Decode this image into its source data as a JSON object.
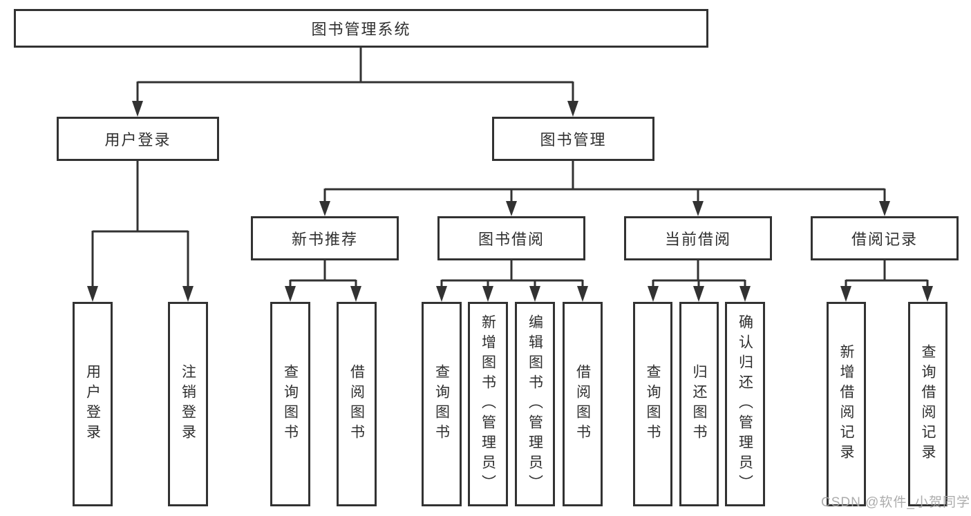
{
  "page": {
    "background": "#ffffff"
  },
  "watermark": {
    "text": "CSDN @软件_小贺同学",
    "color": "#a6a6a6"
  },
  "diagram": {
    "type": "tree",
    "title": "图书管理系统",
    "line_color": "#323232",
    "box_border_color": "#323232",
    "box_fill": "#ffffff",
    "text_color": "#2f2f2f",
    "root": {
      "label": "图书管理系统"
    },
    "branches": [
      {
        "label": "用户登录",
        "leaves": [
          "用户登录",
          "注销登录"
        ]
      },
      {
        "label": "图书管理",
        "groups": [
          {
            "label": "新书推荐",
            "leaves": [
              "查询图书",
              "借阅图书"
            ]
          },
          {
            "label": "图书借阅",
            "leaves": [
              "查询图书",
              "新增图书（管理员）",
              "编辑图书（管理员）",
              "借阅图书"
            ]
          },
          {
            "label": "当前借阅",
            "leaves": [
              "查询图书",
              "归还图书",
              "确认归还（管理员）"
            ]
          },
          {
            "label": "借阅记录",
            "leaves": [
              "新增借阅记录",
              "查询借阅记录"
            ]
          }
        ]
      }
    ]
  }
}
